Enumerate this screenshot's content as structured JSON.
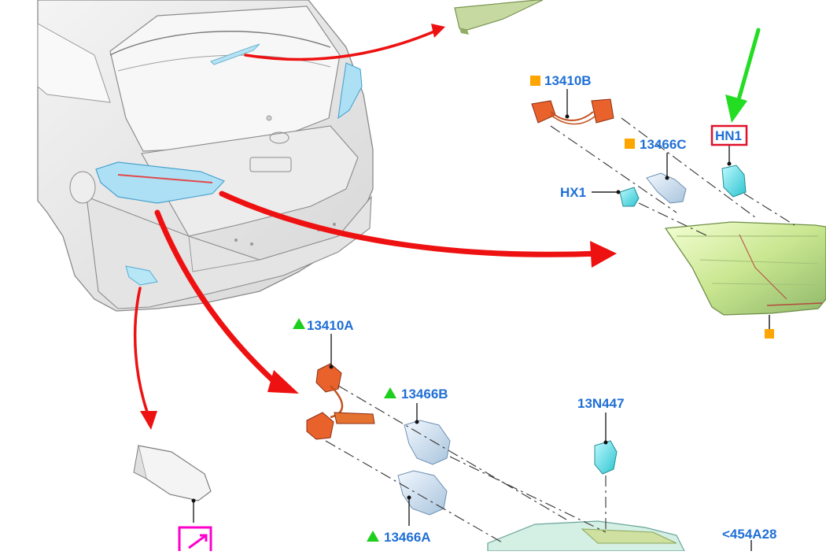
{
  "colors": {
    "callout_text": "#1f6fd6",
    "arrow_red": "#ee1111",
    "arrow_green": "#22dd22",
    "marker_orange": "#ffa500",
    "marker_green": "#1ccf1c",
    "hn1_box": "#e0102a",
    "magenta_box": "#ff00cc"
  },
  "callouts": {
    "c13410b": "13410B",
    "c13466c": "13466C",
    "hn1": "HN1",
    "hx1": "HX1",
    "c13410a": "13410A",
    "c13466b": "13466B",
    "c13n447": "13N447",
    "c13466a": "13466A",
    "c454a28": "<454A28"
  },
  "markers": {
    "square": "orange-square-icon",
    "triangle": "green-triangle-icon"
  }
}
